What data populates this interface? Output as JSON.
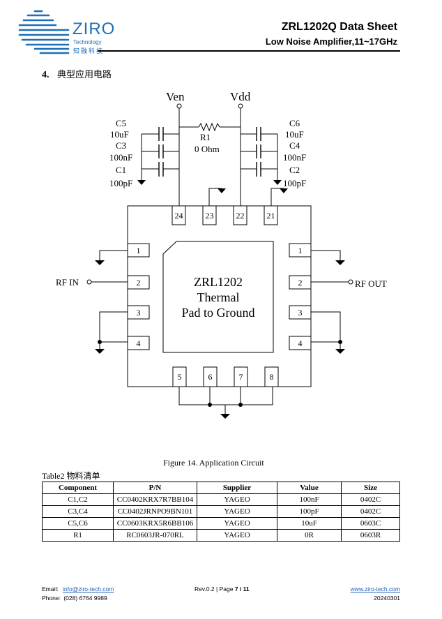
{
  "header": {
    "logo": {
      "brand": "ZIRO",
      "sub_en": "Technology",
      "sub_cn": "知融科技",
      "color": "#1f6fb5"
    },
    "title": "ZRL1202Q Data Sheet",
    "subtitle": "Low Noise Amplifier,11~17GHz"
  },
  "section": {
    "number": "4.",
    "title": "典型应用电路"
  },
  "circuit": {
    "supplies": {
      "ven": "Ven",
      "vdd": "Vdd"
    },
    "resistor": {
      "ref": "R1",
      "value": "0 Ohm"
    },
    "left_caps": [
      {
        "ref": "C5",
        "value": "10uF"
      },
      {
        "ref": "C3",
        "value": "100nF"
      },
      {
        "ref": "C1",
        "value": "100pF"
      }
    ],
    "right_caps": [
      {
        "ref": "C6",
        "value": "10uF"
      },
      {
        "ref": "C4",
        "value": "100nF"
      },
      {
        "ref": "C2",
        "value": "100pF"
      }
    ],
    "top_pins": [
      "24",
      "23",
      "22",
      "21"
    ],
    "left_pins": [
      "1",
      "2",
      "3",
      "4"
    ],
    "right_pins": [
      "1",
      "2",
      "3",
      "4"
    ],
    "bottom_pins": [
      "5",
      "6",
      "7",
      "8"
    ],
    "rf_in": "RF IN",
    "rf_out": "RF OUT",
    "chip_text": [
      "ZRL1202",
      "Thermal",
      "Pad to Ground"
    ]
  },
  "figure_caption": "Figure 14. Application Circuit",
  "table": {
    "caption": "Table2   物料清单",
    "headers": [
      "Component",
      "P/N",
      "Supplier",
      "Value",
      "Size"
    ],
    "rows": [
      [
        "C1,C2",
        "CC0402KRX7R7BB104",
        "YAGEO",
        "100nF",
        "0402C"
      ],
      [
        "C3,C4",
        "CC0402JRNPO9BN101",
        "YAGEO",
        "100pF",
        "0402C"
      ],
      [
        "C5,C6",
        "CC0603KRX5R6BB106",
        "YAGEO",
        "10uF",
        "0603C"
      ],
      [
        "R1",
        "RC0603JR-070RL",
        "YAGEO",
        "0R",
        "0603R"
      ]
    ]
  },
  "footer": {
    "email_label": "Email:",
    "email": "info@ziro-tech.com",
    "phone_label": "Phone:",
    "phone": "(028) 6764 9989",
    "rev": "Rev.0.2 | Page ",
    "page": "7 / 11",
    "website": "www.ziro-tech.com",
    "date": "20240301"
  }
}
